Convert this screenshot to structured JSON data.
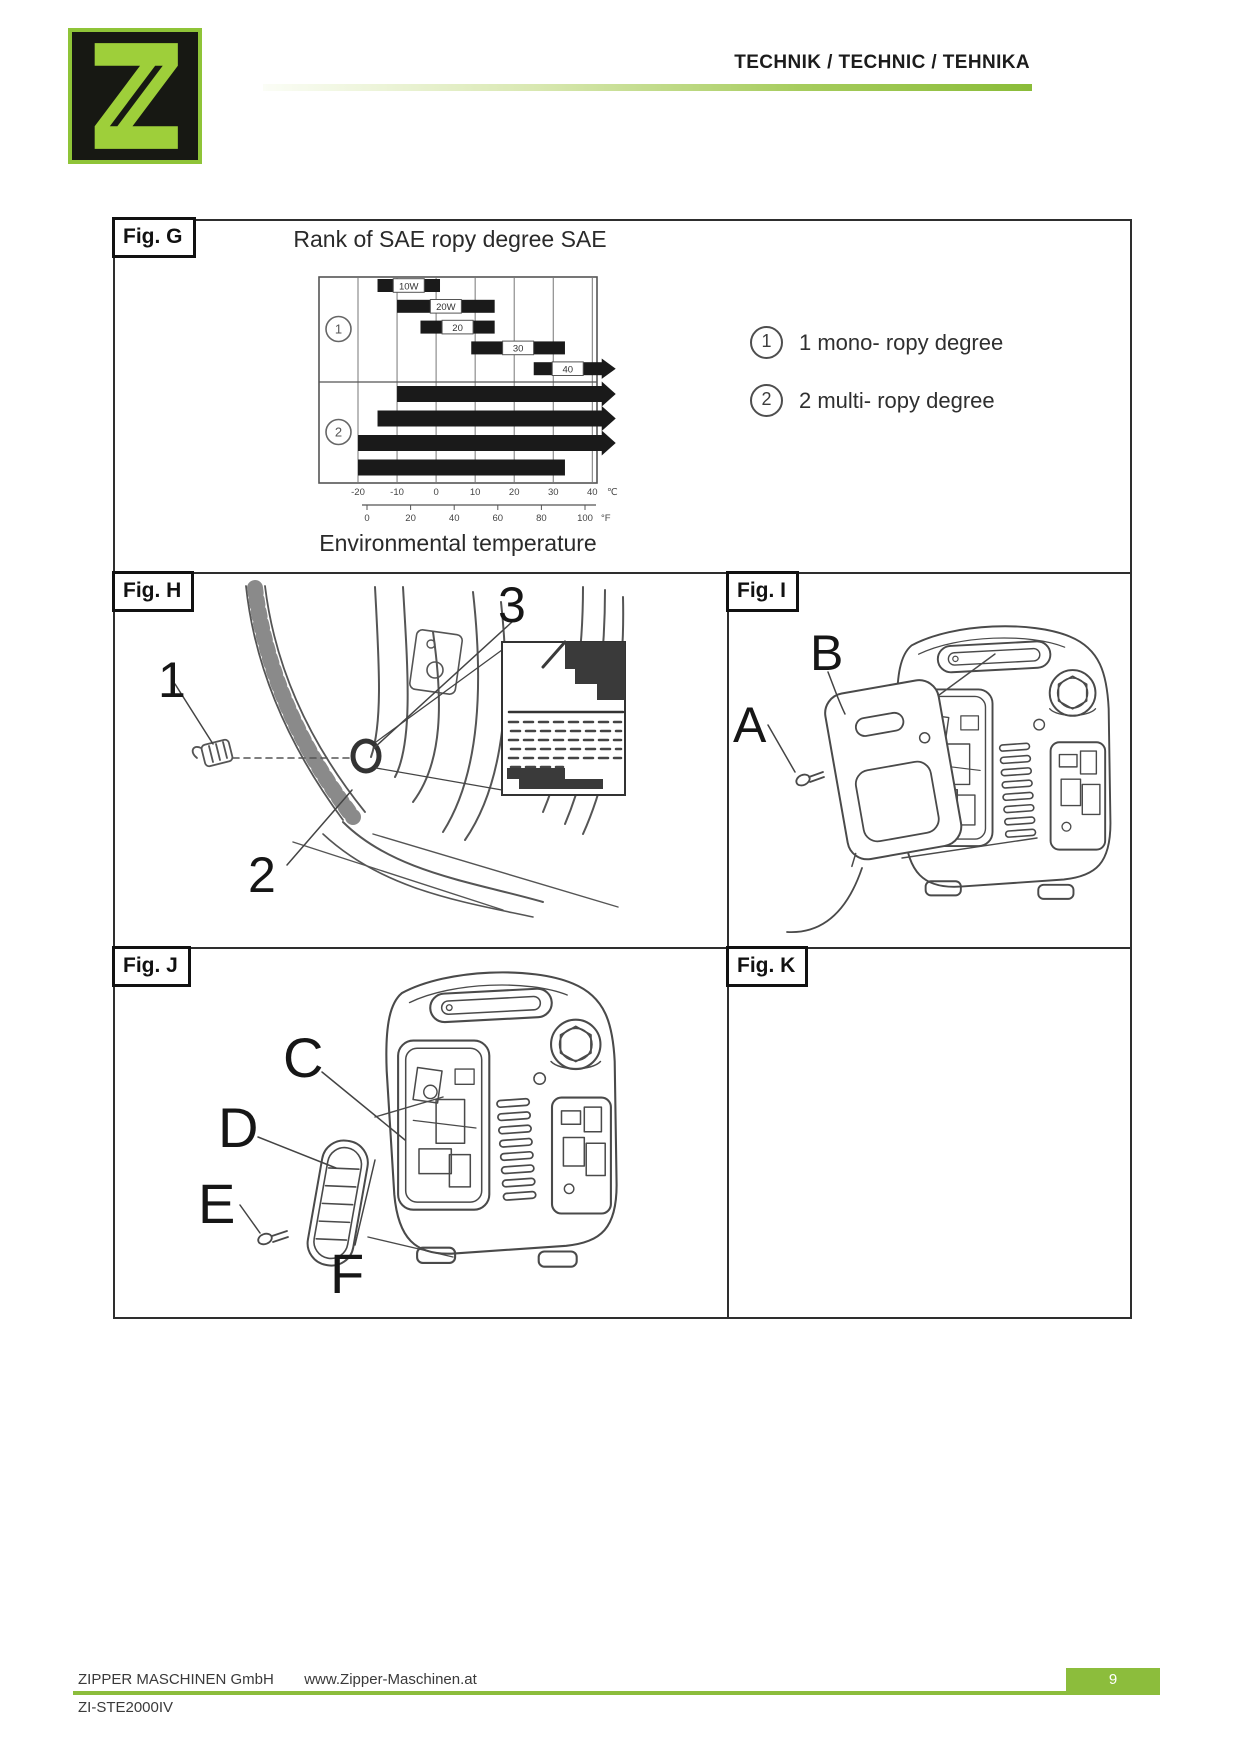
{
  "header": {
    "title": "TECHNIK / TECHNIC / TEHNIKA",
    "logo_letter": "Z"
  },
  "figures": {
    "g": {
      "label": "Fig. G",
      "title": "Rank of SAE ropy degree  SAE",
      "caption": "Environmental temperature",
      "legend": [
        {
          "symbol": "1",
          "text": "1 mono- ropy degree"
        },
        {
          "symbol": "2",
          "text": "2 multi- ropy degree"
        }
      ]
    },
    "h": {
      "label": "Fig. H",
      "callouts": {
        "c1": "1",
        "c2": "2",
        "c3": "3"
      }
    },
    "i": {
      "label": "Fig. I",
      "callouts": {
        "a": "A",
        "b": "B"
      }
    },
    "j": {
      "label": "Fig. J",
      "callouts": {
        "c": "C",
        "d": "D",
        "e": "E",
        "f": "F"
      }
    },
    "k": {
      "label": "Fig. K"
    }
  },
  "chart_data": {
    "type": "bar",
    "subtype": "horizontal-range-gantt",
    "title": "Rank of SAE ropy degree  SAE",
    "xlabel": "Environmental temperature",
    "axis_celsius": {
      "unit": "℃",
      "ticks": [
        -20,
        -10,
        0,
        10,
        20,
        30,
        40
      ]
    },
    "axis_fahrenheit": {
      "unit": "°F",
      "ticks": [
        0,
        20,
        40,
        60,
        80,
        100
      ]
    },
    "grid": true,
    "bar_color": "#1a1a1a",
    "groups": [
      {
        "symbol": "1",
        "name": "1 mono- ropy degree",
        "bars": [
          {
            "label": "10W",
            "from_c": -15,
            "to_c": 1,
            "arrow": false
          },
          {
            "label": "20W",
            "from_c": -10,
            "to_c": 15,
            "arrow": false
          },
          {
            "label": "20",
            "from_c": -4,
            "to_c": 15,
            "arrow": false
          },
          {
            "label": "30",
            "from_c": 9,
            "to_c": 33,
            "arrow": false
          },
          {
            "label": "40",
            "from_c": 25,
            "to_c": 46,
            "arrow": true
          }
        ]
      },
      {
        "symbol": "2",
        "name": "2 multi- ropy degree",
        "bars": [
          {
            "label": "",
            "from_c": -10,
            "to_c": 46,
            "arrow": true
          },
          {
            "label": "",
            "from_c": -15,
            "to_c": 46,
            "arrow": true
          },
          {
            "label": "",
            "from_c": -20,
            "to_c": 46,
            "arrow": true
          },
          {
            "label": "",
            "from_c": -20,
            "to_c": 33,
            "arrow": false
          }
        ]
      }
    ]
  },
  "footer": {
    "company": "ZIPPER MASCHINEN GmbH",
    "website": "www.Zipper-Maschinen.at",
    "model": "ZI-STE2000IV",
    "page": "9"
  },
  "colors": {
    "accent_green": "#8cbd3c",
    "logo_green": "#9ecf3a"
  }
}
